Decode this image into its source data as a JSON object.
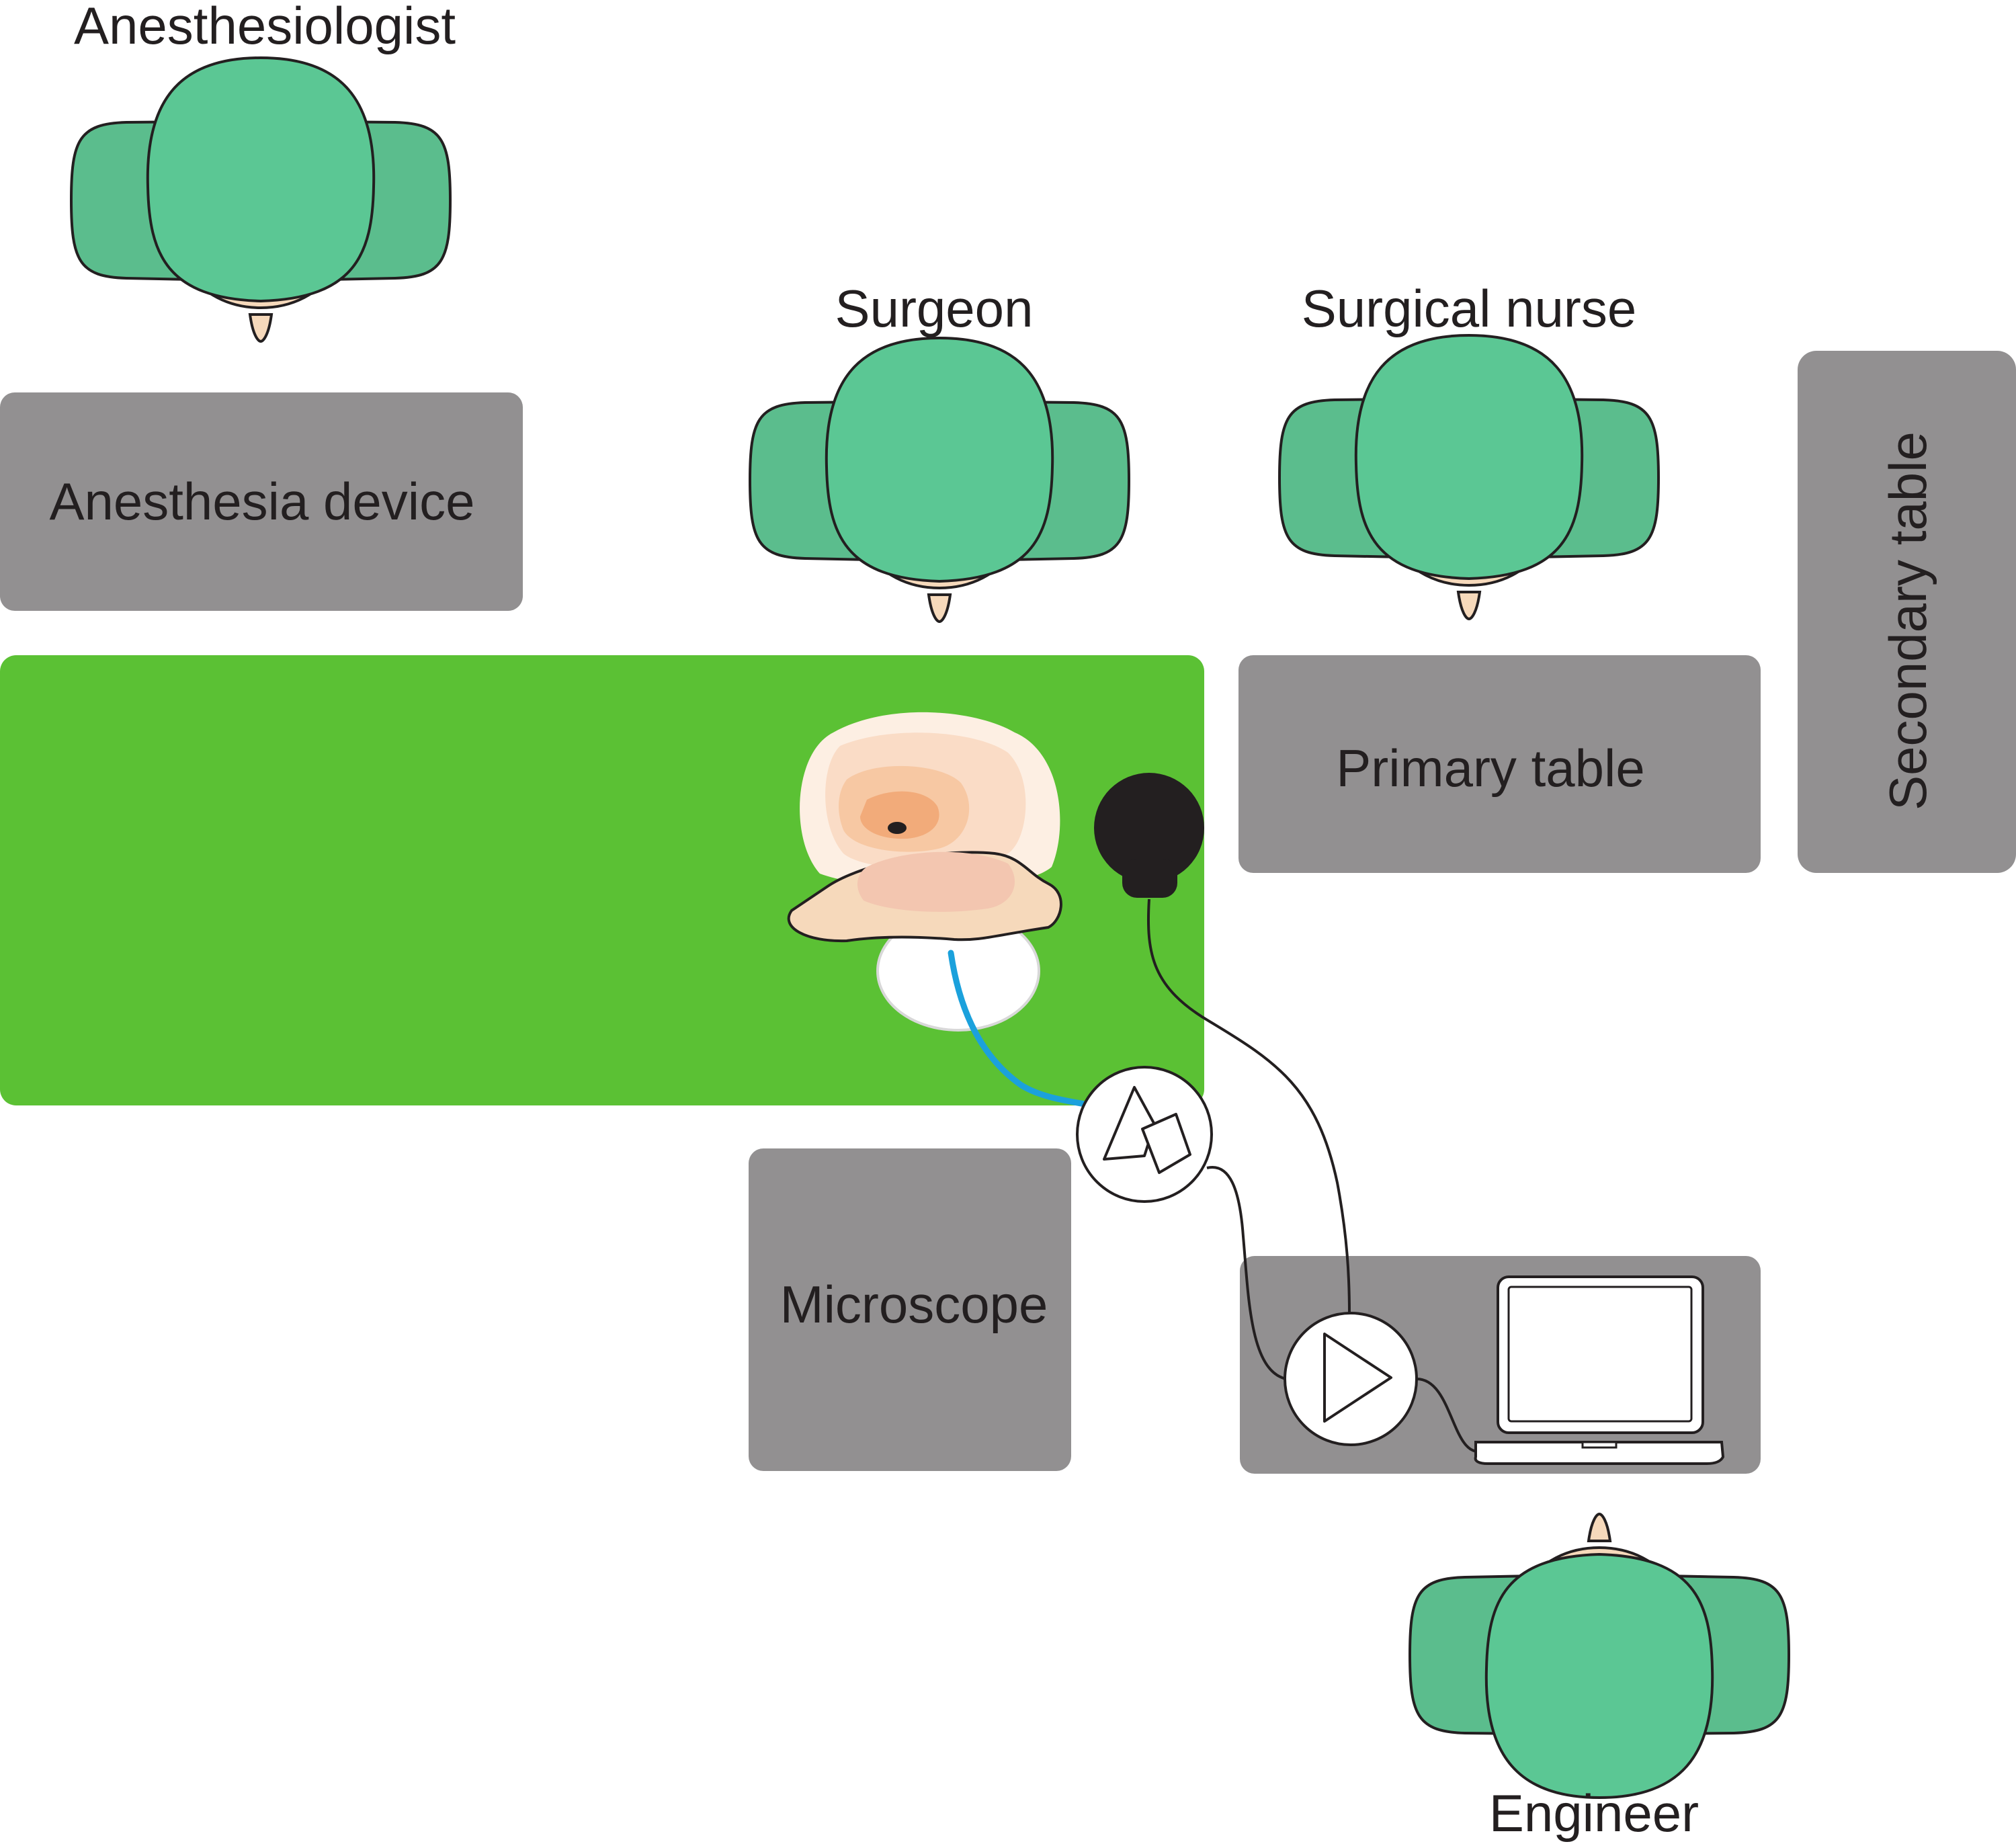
{
  "roles": {
    "anesthesiologist": "Anesthesiologist",
    "surgeon": "Surgeon",
    "surgical_nurse": "Surgical nurse",
    "engineer": "Engineer"
  },
  "equipment": {
    "anesthesia_device": "Anesthesia device",
    "primary_table": "Primary table",
    "secondary_table": "Secondary table",
    "microscope": "Microscope"
  },
  "colors": {
    "operating_table": "#5bc134",
    "furniture": "#929091",
    "gown": "#5bc794",
    "gown_shoulder": "#5bbd8d",
    "skin": "#f6d9bb",
    "cable_fiber": "#1ba1dc",
    "outline": "#231f20"
  },
  "icons": {
    "patient": "patient-head-icon",
    "camera": "dome-camera-icon",
    "endoscope_camera": "endoscope-camera-icon",
    "recorder": "play-icon",
    "laptop": "laptop-icon"
  }
}
